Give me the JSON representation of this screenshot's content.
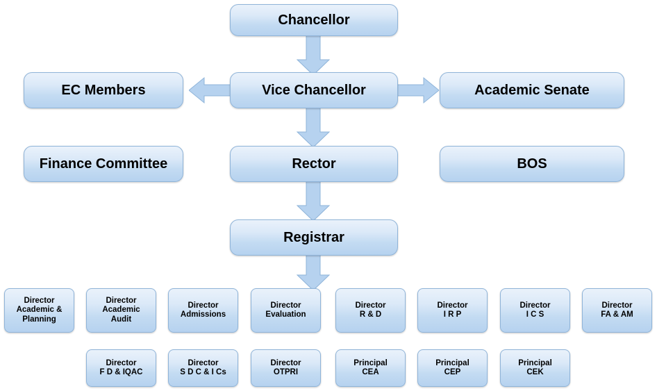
{
  "diagram": {
    "title": "University Organizational Hierarchy Chart",
    "colors": {
      "node_fill_top": "#eaf2fb",
      "node_fill_bottom": "#b6d2ef",
      "node_border": "#8fb4d9",
      "arrow_fill": "#b6d2ef",
      "arrow_border": "#8fb4d9",
      "text": "#000000",
      "background": "#ffffff"
    },
    "top_nodes": [
      {
        "id": "chancellor",
        "label": "Chancellor"
      },
      {
        "id": "ec-members",
        "label": "EC Members"
      },
      {
        "id": "vice-chancellor",
        "label": "Vice Chancellor"
      },
      {
        "id": "academic-senate",
        "label": "Academic Senate"
      },
      {
        "id": "finance-committee",
        "label": "Finance Committee"
      },
      {
        "id": "rector",
        "label": "Rector"
      },
      {
        "id": "bos",
        "label": "BOS"
      },
      {
        "id": "registrar",
        "label": "Registrar"
      }
    ],
    "director_row_1": [
      {
        "id": "director-academic-planning",
        "line1": "Director",
        "line2": "Academic &",
        "line3": "Planning"
      },
      {
        "id": "director-academic-audit",
        "line1": "Director",
        "line2": "Academic",
        "line3": "Audit"
      },
      {
        "id": "director-admissions",
        "line1": "Director",
        "line2": "Admissions",
        "line3": ""
      },
      {
        "id": "director-evaluation",
        "line1": "Director",
        "line2": "Evaluation",
        "line3": ""
      },
      {
        "id": "director-r-and-d",
        "line1": "Director",
        "line2": "R & D",
        "line3": ""
      },
      {
        "id": "director-irp",
        "line1": "Director",
        "line2": "I R P",
        "line3": ""
      },
      {
        "id": "director-ics",
        "line1": "Director",
        "line2": "I C S",
        "line3": ""
      },
      {
        "id": "director-fa-am",
        "line1": "Director",
        "line2": "FA & AM",
        "line3": ""
      }
    ],
    "director_row_2": [
      {
        "id": "director-fd-iqac",
        "line1": "Director",
        "line2": "F D & IQAC"
      },
      {
        "id": "director-sdc-ics",
        "line1": "Director",
        "line2": "S D C & I Cs"
      },
      {
        "id": "director-otpri",
        "line1": "Director",
        "line2": "OTPRI"
      },
      {
        "id": "principal-cea",
        "line1": "Principal",
        "line2": "CEA"
      },
      {
        "id": "principal-cep",
        "line1": "Principal",
        "line2": "CEP"
      },
      {
        "id": "principal-cek",
        "line1": "Principal",
        "line2": "CEK"
      }
    ],
    "arrows": [
      {
        "id": "arrow-chancellor-to-vice-chancellor",
        "direction": "down"
      },
      {
        "id": "arrow-vice-chancellor-to-ec-members",
        "direction": "left"
      },
      {
        "id": "arrow-vice-chancellor-to-academic-senate",
        "direction": "right"
      },
      {
        "id": "arrow-vice-chancellor-to-rector",
        "direction": "down"
      },
      {
        "id": "arrow-rector-to-registrar",
        "direction": "down"
      },
      {
        "id": "arrow-registrar-to-directors",
        "direction": "down"
      }
    ]
  }
}
